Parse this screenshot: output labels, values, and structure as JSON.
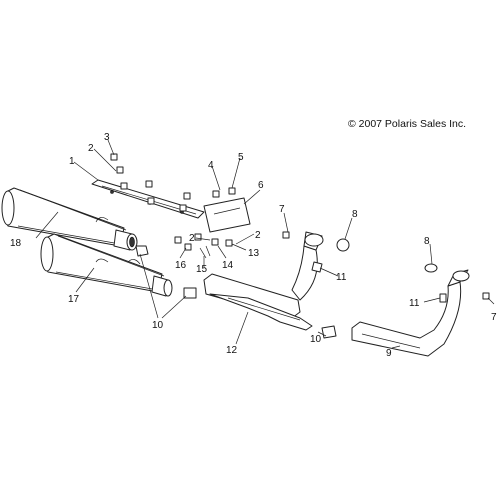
{
  "copyright": "© 2007 Polaris Sales Inc.",
  "callouts": {
    "c1": "1",
    "c2a": "2",
    "c2b": "2",
    "c2c": "2",
    "c3": "3",
    "c4": "4",
    "c5": "5",
    "c6": "6",
    "c7a": "7",
    "c7b": "7",
    "c8a": "8",
    "c8b": "8",
    "c9": "9",
    "c10a": "10",
    "c10b": "10",
    "c11a": "11",
    "c11b": "11",
    "c12": "12",
    "c13": "13",
    "c14": "14",
    "c15": "15",
    "c16": "16",
    "c17": "17",
    "c18": "18"
  }
}
